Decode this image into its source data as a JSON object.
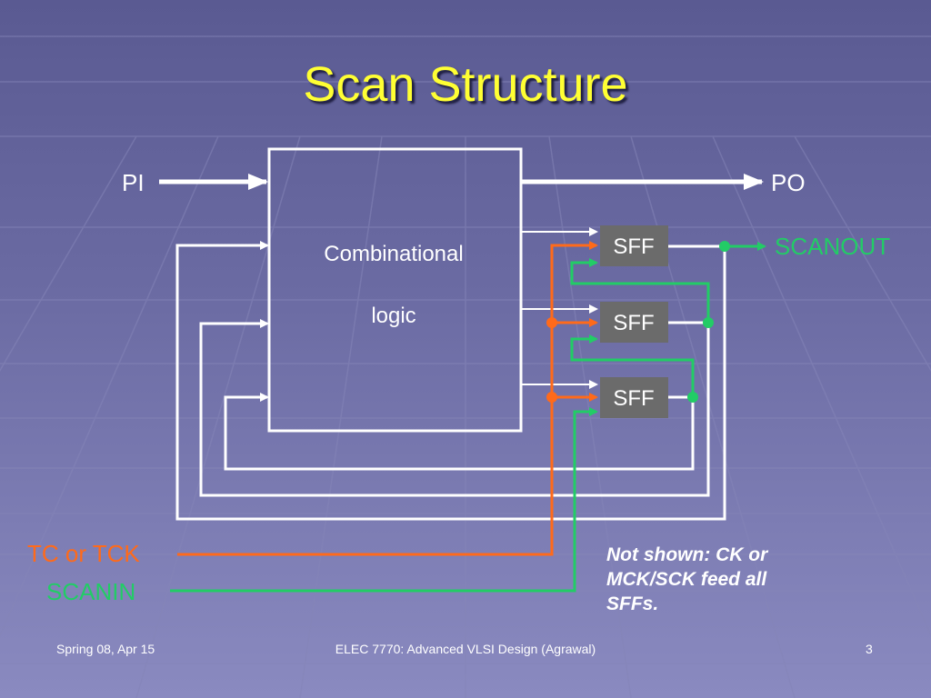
{
  "slide": {
    "title": "Scan Structure",
    "footer_left": "Spring 08, Apr 15",
    "footer_center": "ELEC 7770: Advanced VLSI Design (Agrawal)",
    "footer_right": "3"
  },
  "diagram": {
    "block_label_line1": "Combinational",
    "block_label_line2": "logic",
    "pi_label": "PI",
    "po_label": "PO",
    "sff_labels": [
      "SFF",
      "SFF",
      "SFF"
    ],
    "scanout_label": "SCANOUT",
    "tc_label": "TC or TCK",
    "scanin_label": "SCANIN",
    "note_lines": [
      "Not shown: CK or",
      "MCK/SCK feed all",
      "SFFs."
    ]
  },
  "colors": {
    "title": "#ffff33",
    "wire": "#ffffff",
    "sff_fill": "#6b6b6b",
    "tc_wire": "#ff6a1a",
    "scan_wire": "#22cc66"
  }
}
